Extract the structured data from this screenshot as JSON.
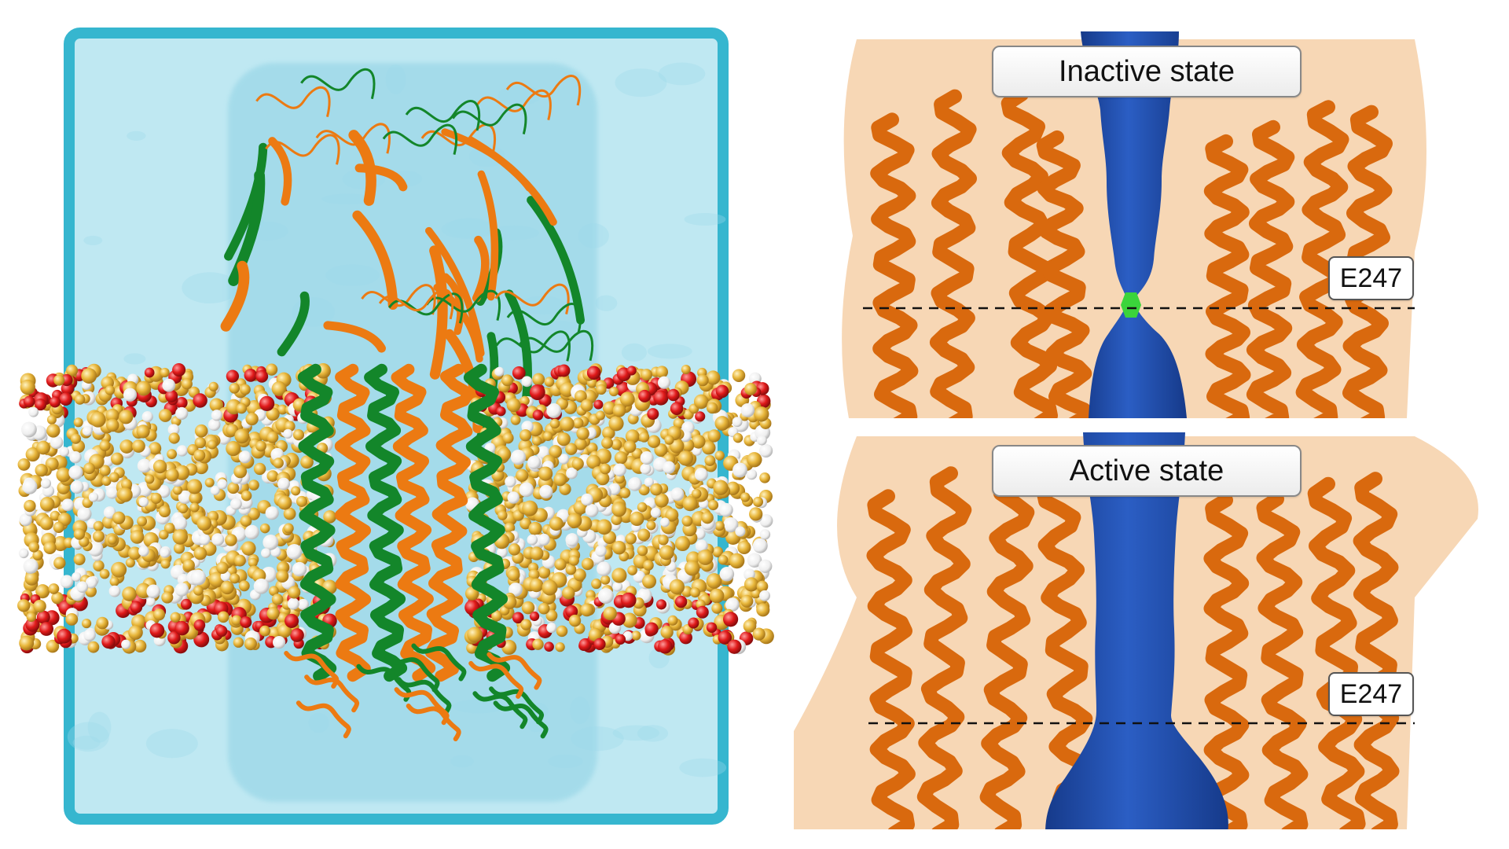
{
  "figure": {
    "left_panel": {
      "description_name": "membrane-protein-simulation-box",
      "colors": {
        "water": "#bfe8f2",
        "water_edge": "#36b6cf",
        "chain_a": "#ec7a12",
        "chain_b": "#13862a",
        "lipid_carbon": "#e8b63a",
        "lipid_hydrogen": "#f5f5f5",
        "lipid_oxygen": "#e01a1a"
      }
    },
    "right_panel": {
      "top": {
        "state_label": "Inactive state",
        "residue_label": "E247"
      },
      "bottom": {
        "state_label": "Active state",
        "residue_label": "E247"
      },
      "colors": {
        "helix": "#d9690e",
        "surface": "#f6d3ad",
        "pore": "#1f4aa6",
        "constriction": "#3bd43b",
        "dashed_line": "#111111"
      }
    }
  }
}
